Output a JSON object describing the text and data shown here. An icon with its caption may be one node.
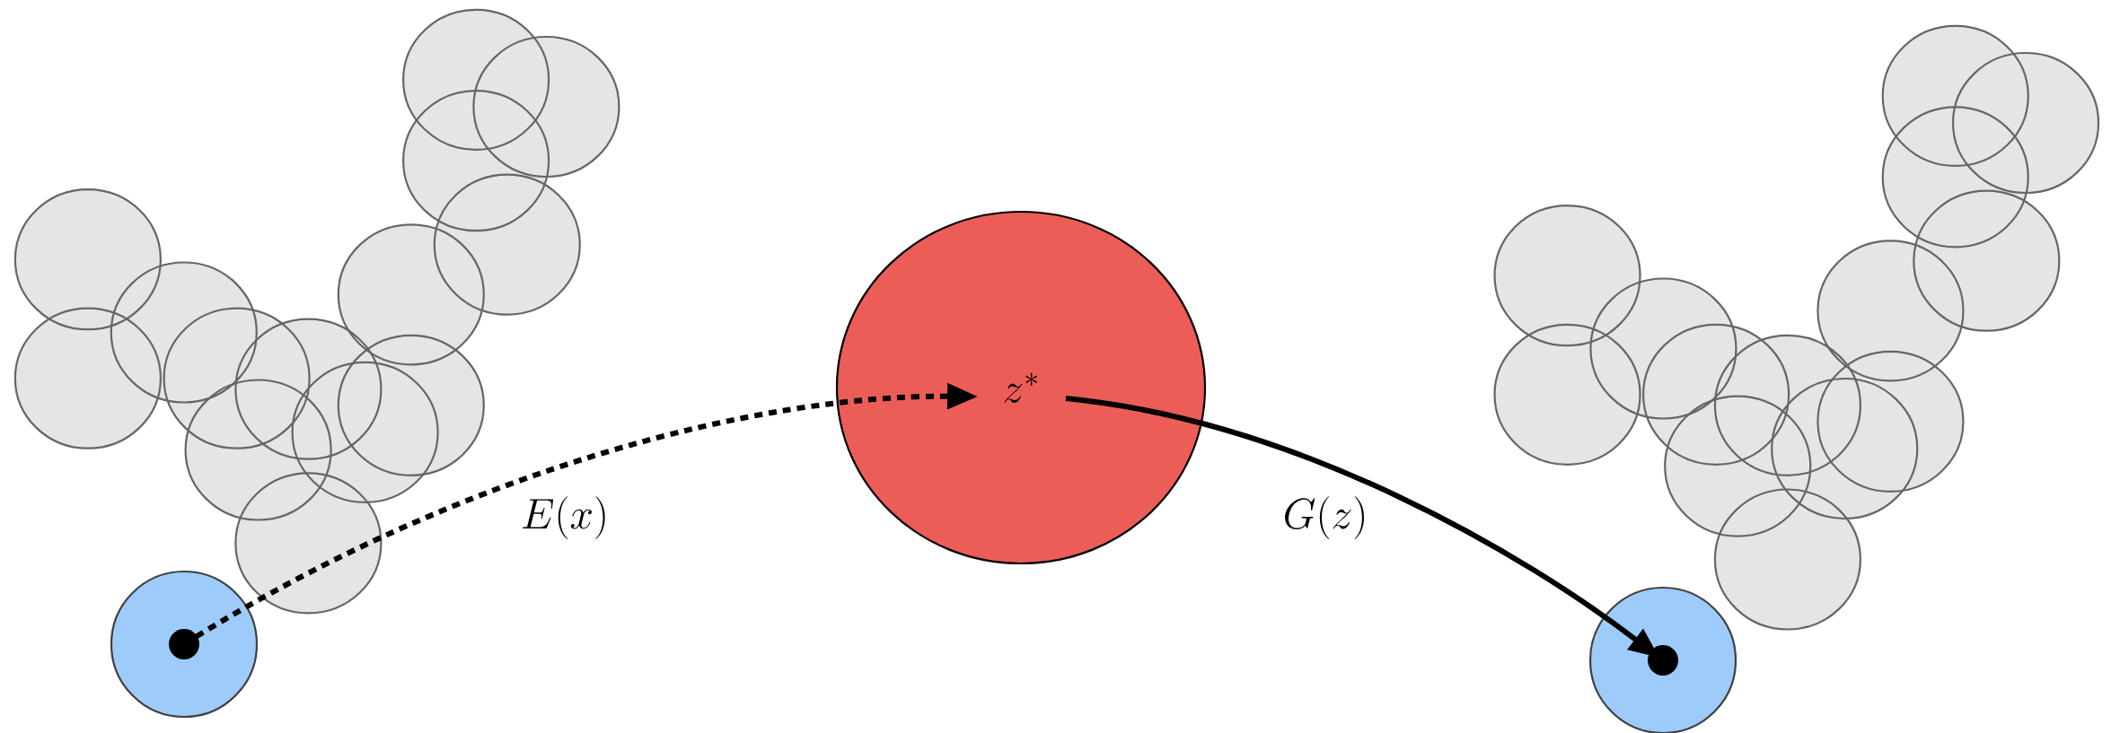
{
  "diagram": {
    "nodes": [
      {
        "text": [],
        "shape": "circle"
      },
      {
        "text": [
          "z^*"
        ]
      },
      {
        "text": [],
        "shape": "circle"
      }
    ],
    "edges": [
      {
        "from": 0,
        "to": 1,
        "arrow": "to",
        "label": "E(x)",
        "style": "dashed"
      },
      {
        "from": 1,
        "to": 2,
        "arrow": "to",
        "label": "G(z)"
      }
    ]
  }
}
